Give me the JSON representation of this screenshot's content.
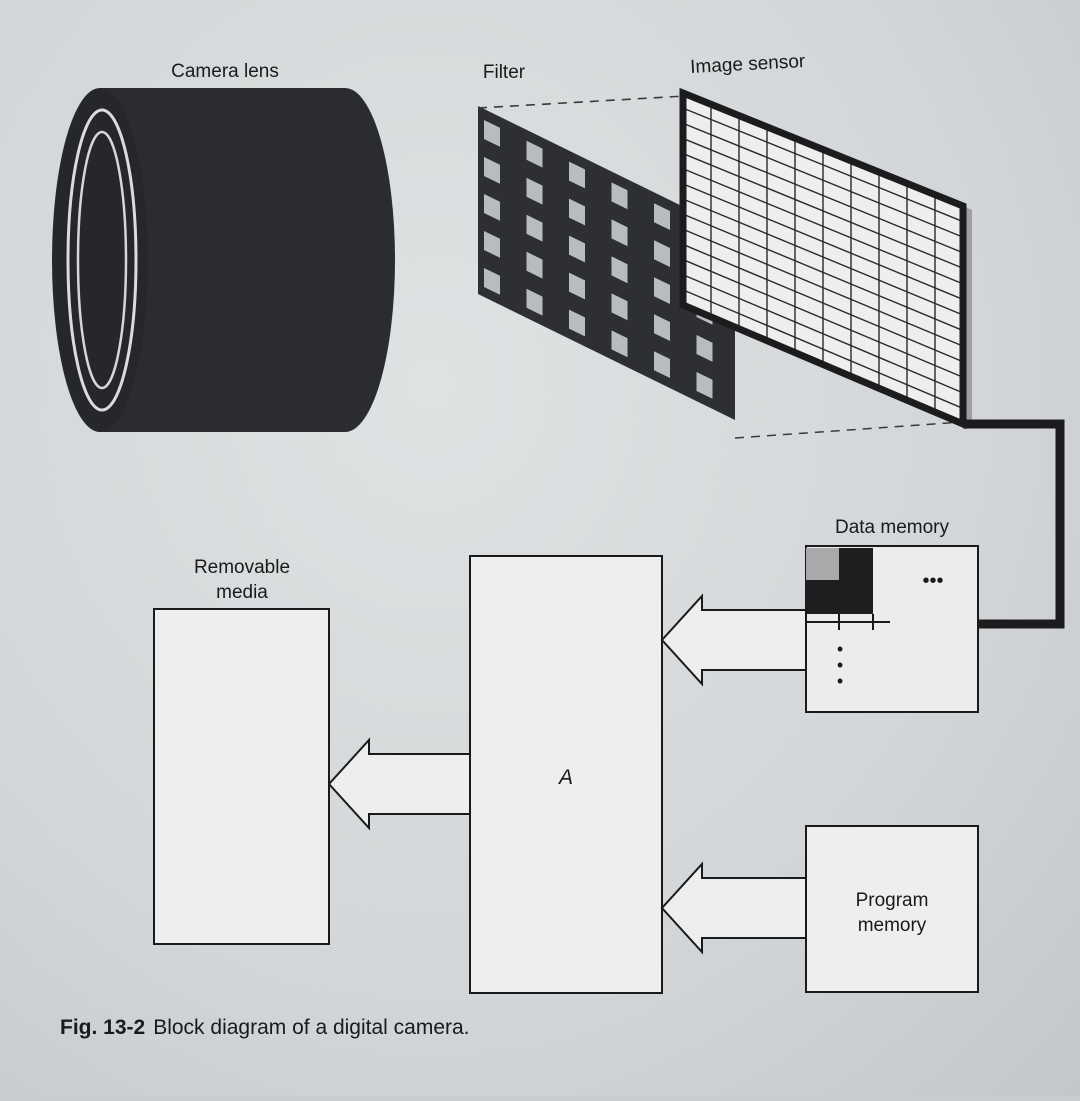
{
  "labels": {
    "camera_lens": "Camera lens",
    "filter": "Filter",
    "image_sensor": "Image sensor",
    "data_memory": "Data memory",
    "removable_media_line1": "Removable",
    "removable_media_line2": "media",
    "processor": "A",
    "program_memory_line1": "Program",
    "program_memory_line2": "memory",
    "ellipsis_h": "•••",
    "ellipsis_v": "•"
  },
  "caption": {
    "number": "Fig. 13-2",
    "text": "Block diagram of a digital camera."
  },
  "colors": {
    "ink": "#1a1a1a",
    "lens_body": "#2b2c30",
    "filter_body": "#2e2f33",
    "filter_cell": "#b9bcbf",
    "sensor_frame": "#1c1c1e",
    "memory_cell_light": "#a9a9ab",
    "memory_cell_dark": "#1e1e20",
    "paper": "#dadddf"
  }
}
